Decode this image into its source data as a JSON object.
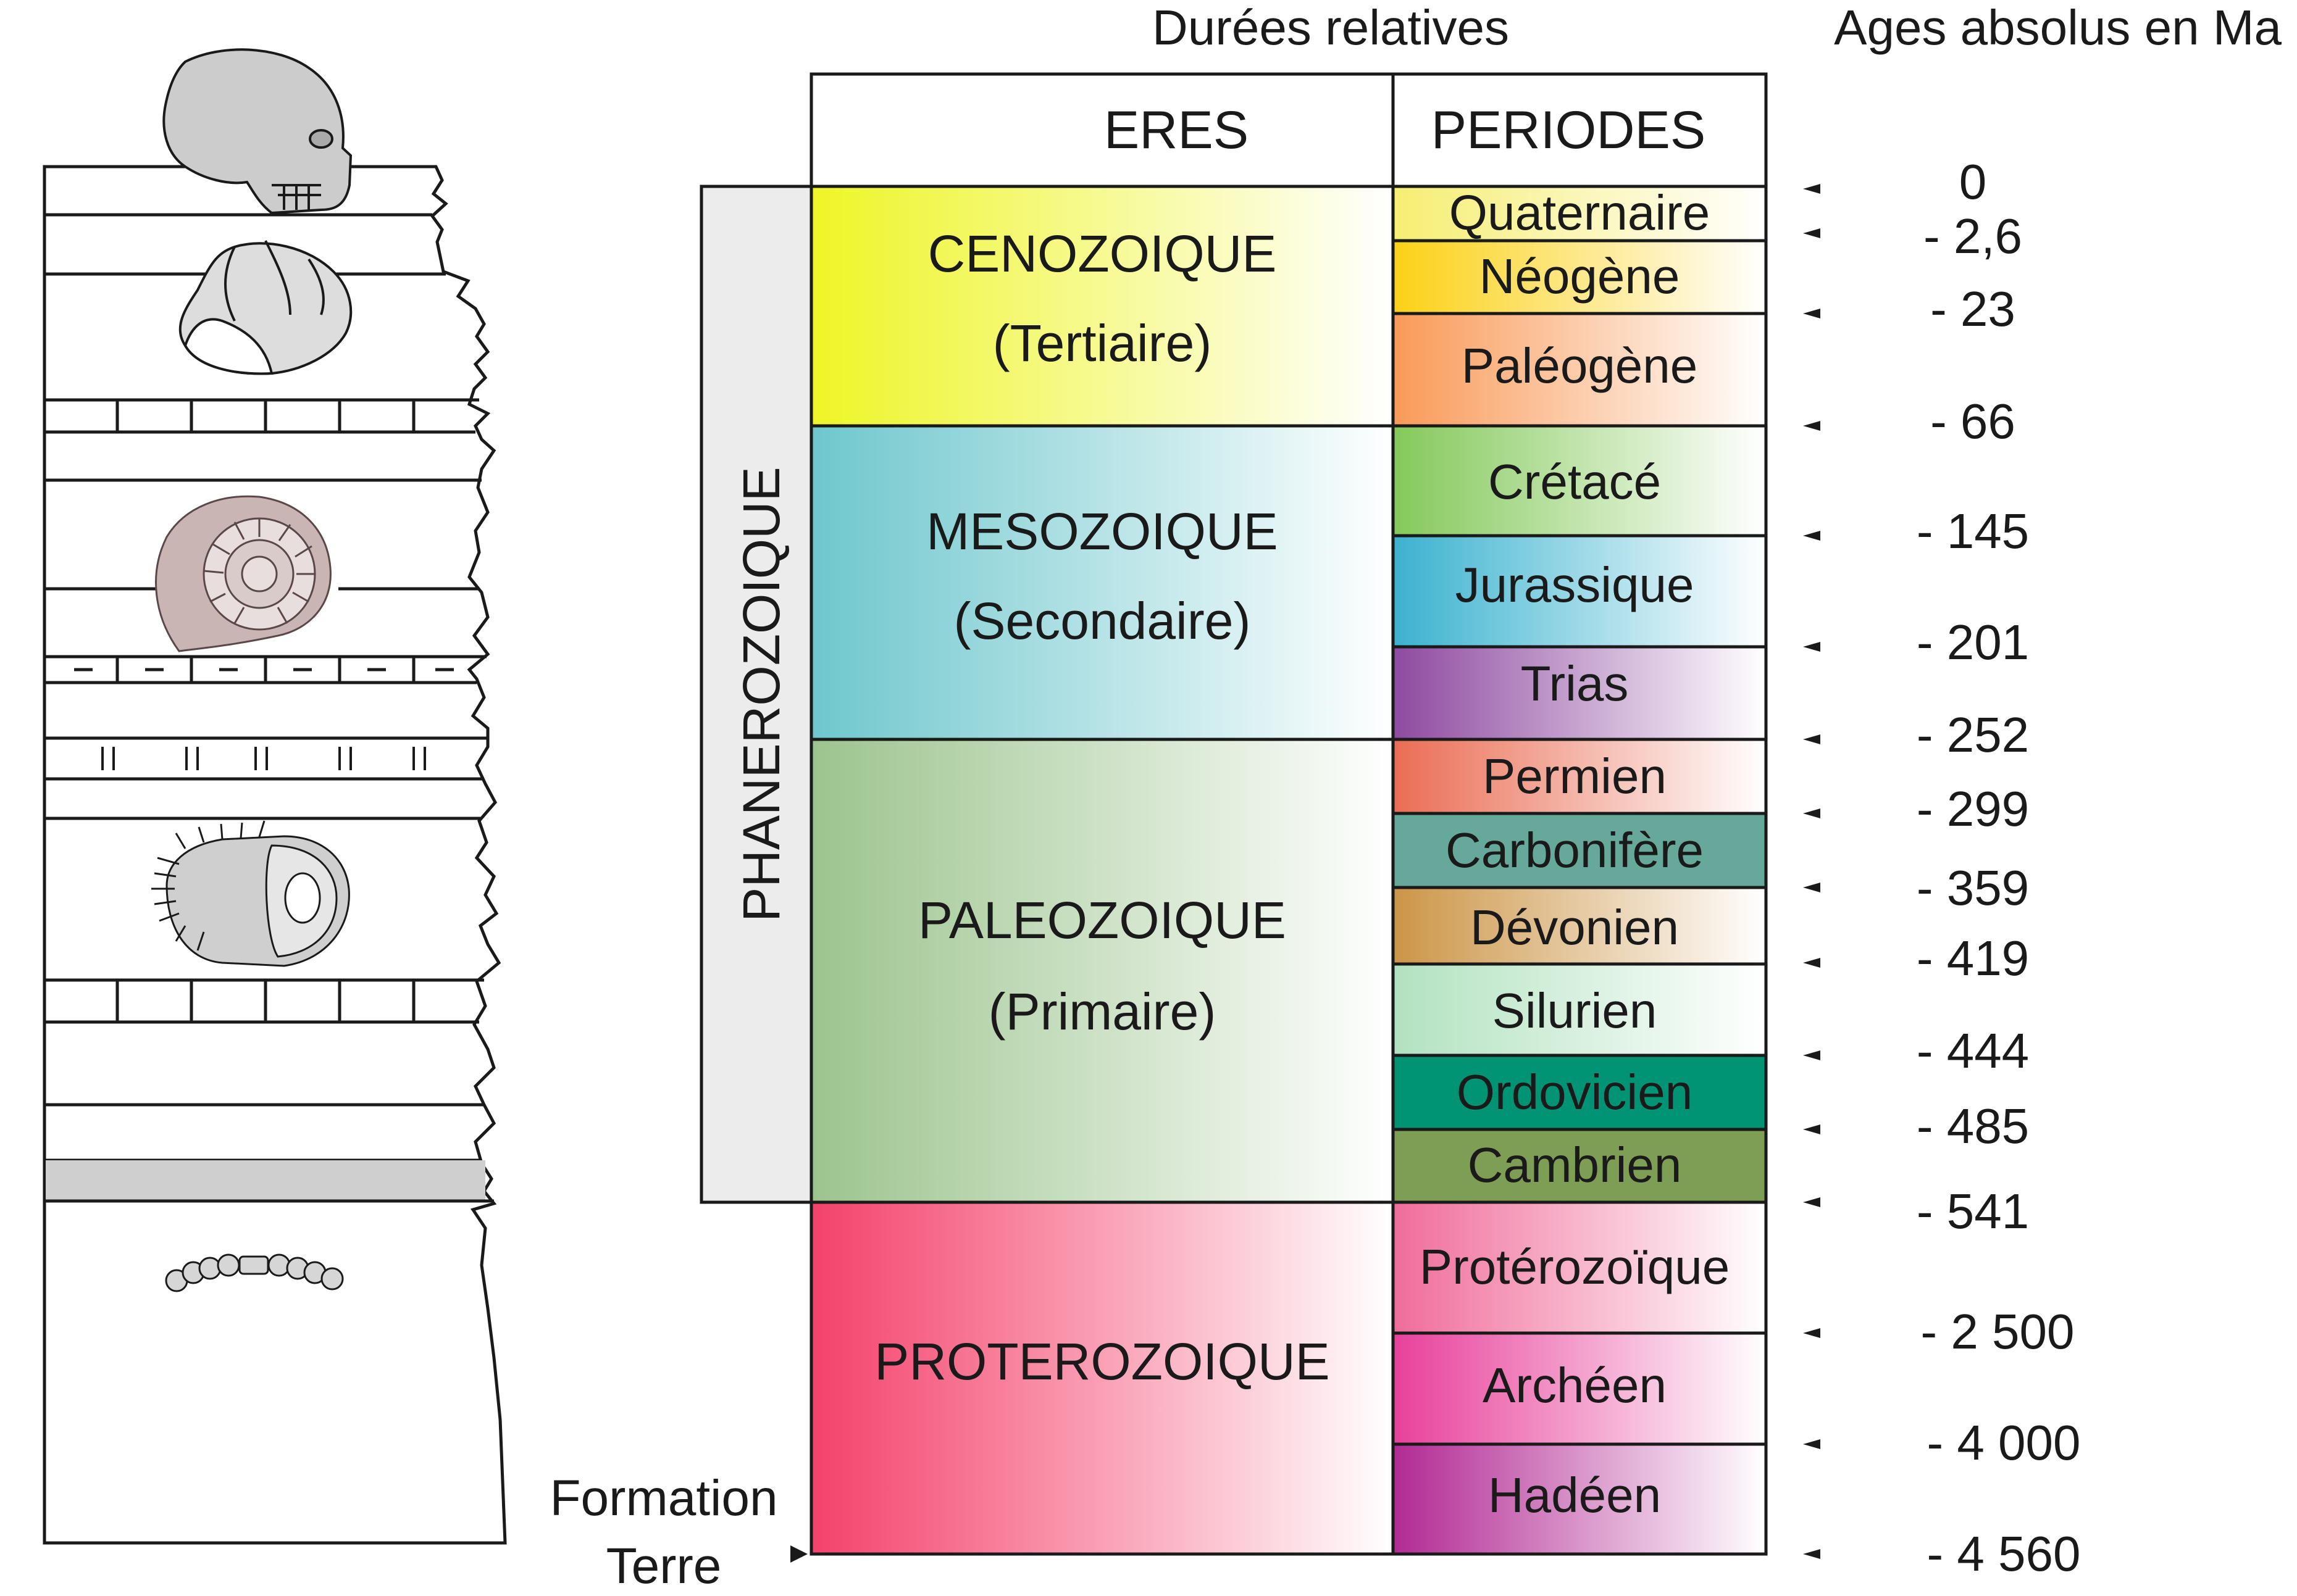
{
  "headings": {
    "relative": "Durées relatives",
    "absolute": "Ages absolus en Ma",
    "eras": "ERES",
    "periods": "PERIODES",
    "eon": "PHANEROZOIQUE",
    "formation_line1": "Formation",
    "formation_line2": "Terre"
  },
  "eras": [
    {
      "name": "CENOZOIQUE",
      "subtitle": "(Tertiaire)",
      "color": "#eef526"
    },
    {
      "name": "MESOZOIQUE",
      "subtitle": "(Secondaire)",
      "color": "#6ec7cd"
    },
    {
      "name": "PALEOZOIQUE",
      "subtitle": "(Primaire)",
      "color": "#9cc48e"
    },
    {
      "name": "PROTEROZOIQUE",
      "subtitle": "",
      "color": "#f4416b"
    }
  ],
  "periods": [
    {
      "name": "Quaternaire",
      "color": "#f6ee72"
    },
    {
      "name": "Néogène",
      "color": "#fbd116"
    },
    {
      "name": "Paléogène",
      "color": "#f99a58"
    },
    {
      "name": "Crétacé",
      "color": "#84c95a"
    },
    {
      "name": "Jurassique",
      "color": "#3ab2cf"
    },
    {
      "name": "Trias",
      "color": "#8e4aa0"
    },
    {
      "name": "Permien",
      "color": "#ea6d54"
    },
    {
      "name": "Carbonifère",
      "color": "#66a89a"
    },
    {
      "name": "Dévonien",
      "color": "#cc9547"
    },
    {
      "name": "Silurien",
      "color": "#b2e2c0"
    },
    {
      "name": "Ordovicien",
      "color": "#009474"
    },
    {
      "name": "Cambrien",
      "color": "#7f9e55"
    },
    {
      "name": "Protérozoïque",
      "color": "#f06c9a"
    },
    {
      "name": "Archéen",
      "color": "#e8409a"
    },
    {
      "name": "Hadéen",
      "color": "#b22a94"
    }
  ],
  "ages": [
    "0",
    "- 2,6",
    "- 23",
    "- 66",
    "- 145",
    "- 201",
    "- 252",
    "- 299",
    "- 359",
    "- 419",
    "- 444",
    "- 485",
    "- 541",
    "- 2 500",
    "- 4 000",
    "- 4 560"
  ],
  "fossils": [
    "skull-icon",
    "snail-shell-icon",
    "ammonite-icon",
    "trilobite-icon",
    "stromatolite-chain-icon"
  ]
}
